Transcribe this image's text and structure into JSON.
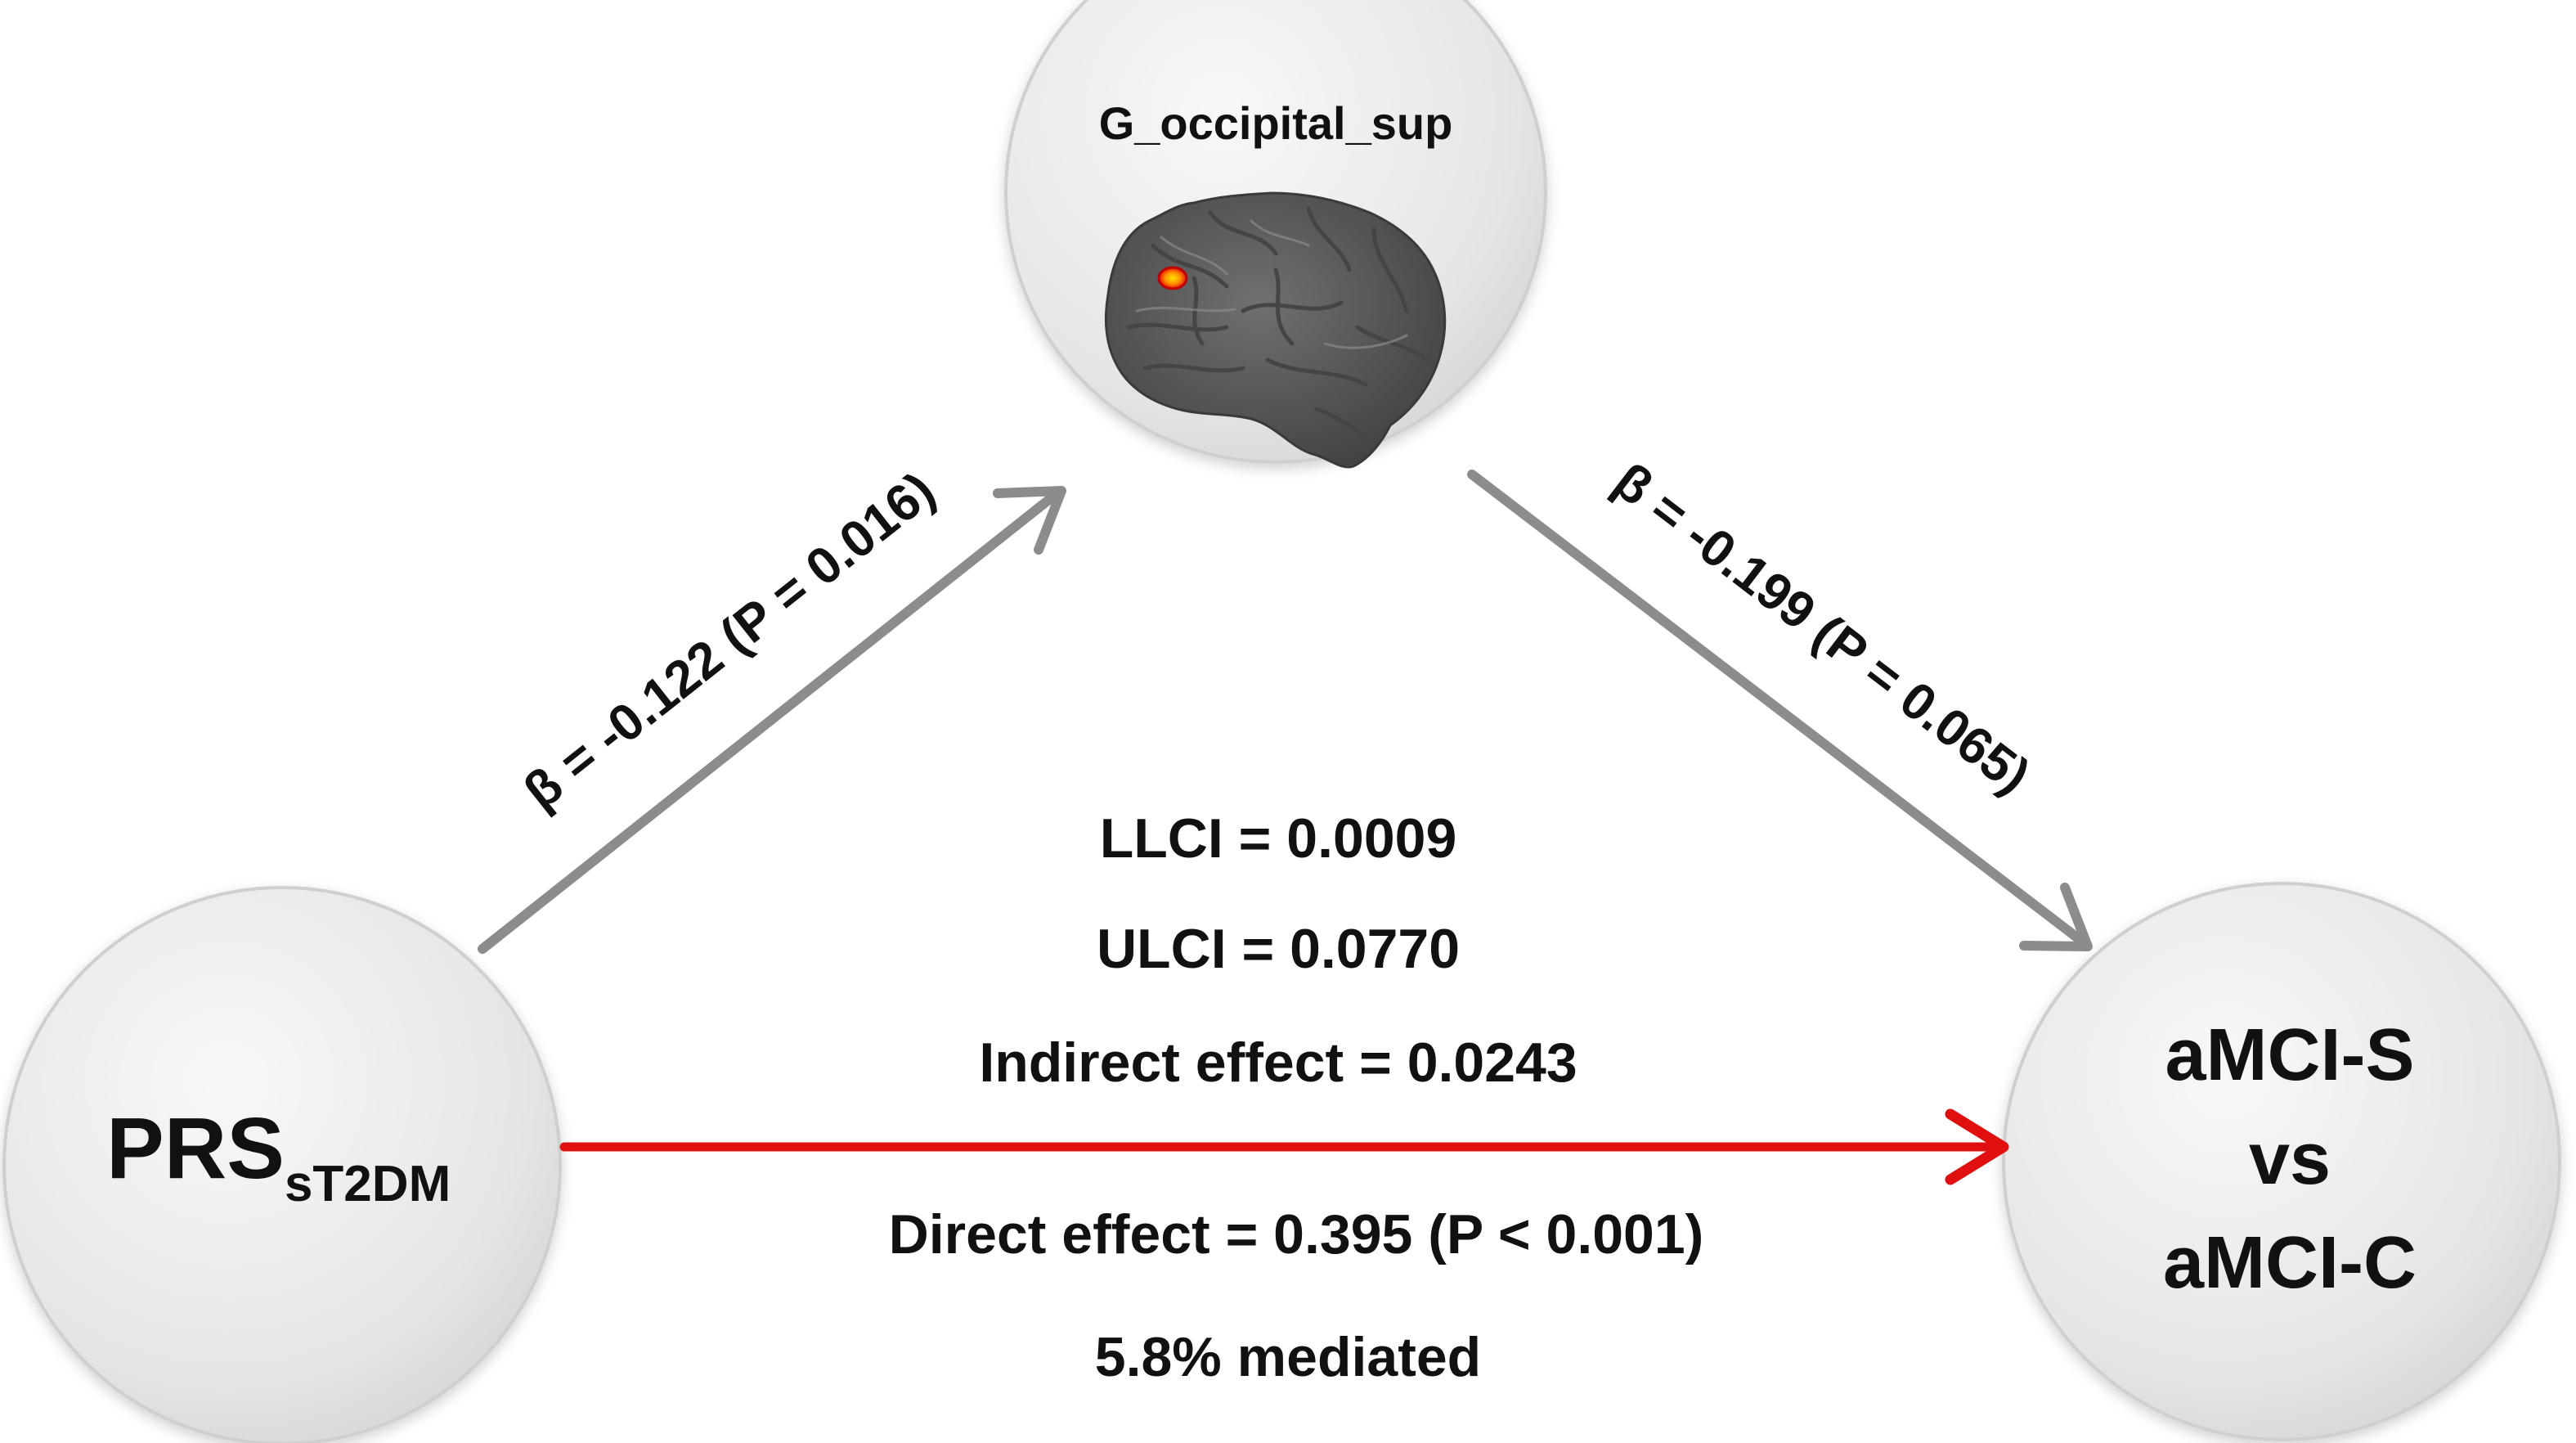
{
  "nodes": {
    "mediator": {
      "label": "G_occipital_sup"
    },
    "predictor": {
      "label_main": "PRS",
      "label_sub": "sT2DM"
    },
    "outcome": {
      "line1": "aMCI-S",
      "line2": "vs",
      "line3": "aMCI-C"
    }
  },
  "paths": {
    "a": {
      "label": "β = -0.122 (P = 0.016)"
    },
    "b": {
      "label": "β = -0.199 (P = 0.065)"
    },
    "direct": {
      "label": "Direct effect = 0.395 (P < 0.001)"
    }
  },
  "stats": {
    "llci": "LLCI = 0.0009",
    "ulci": "ULCI = 0.0770",
    "indirect": "Indirect effect = 0.0243",
    "mediated": "5.8% mediated"
  },
  "colors": {
    "direct_arrow": "#e01010",
    "path_arrow": "#8c8c8c",
    "node_fill": "#e8e8e8",
    "brain": "#5a5a5a",
    "brain_highlight": "#ff3000",
    "brain_highlight_core": "#ffd200"
  }
}
